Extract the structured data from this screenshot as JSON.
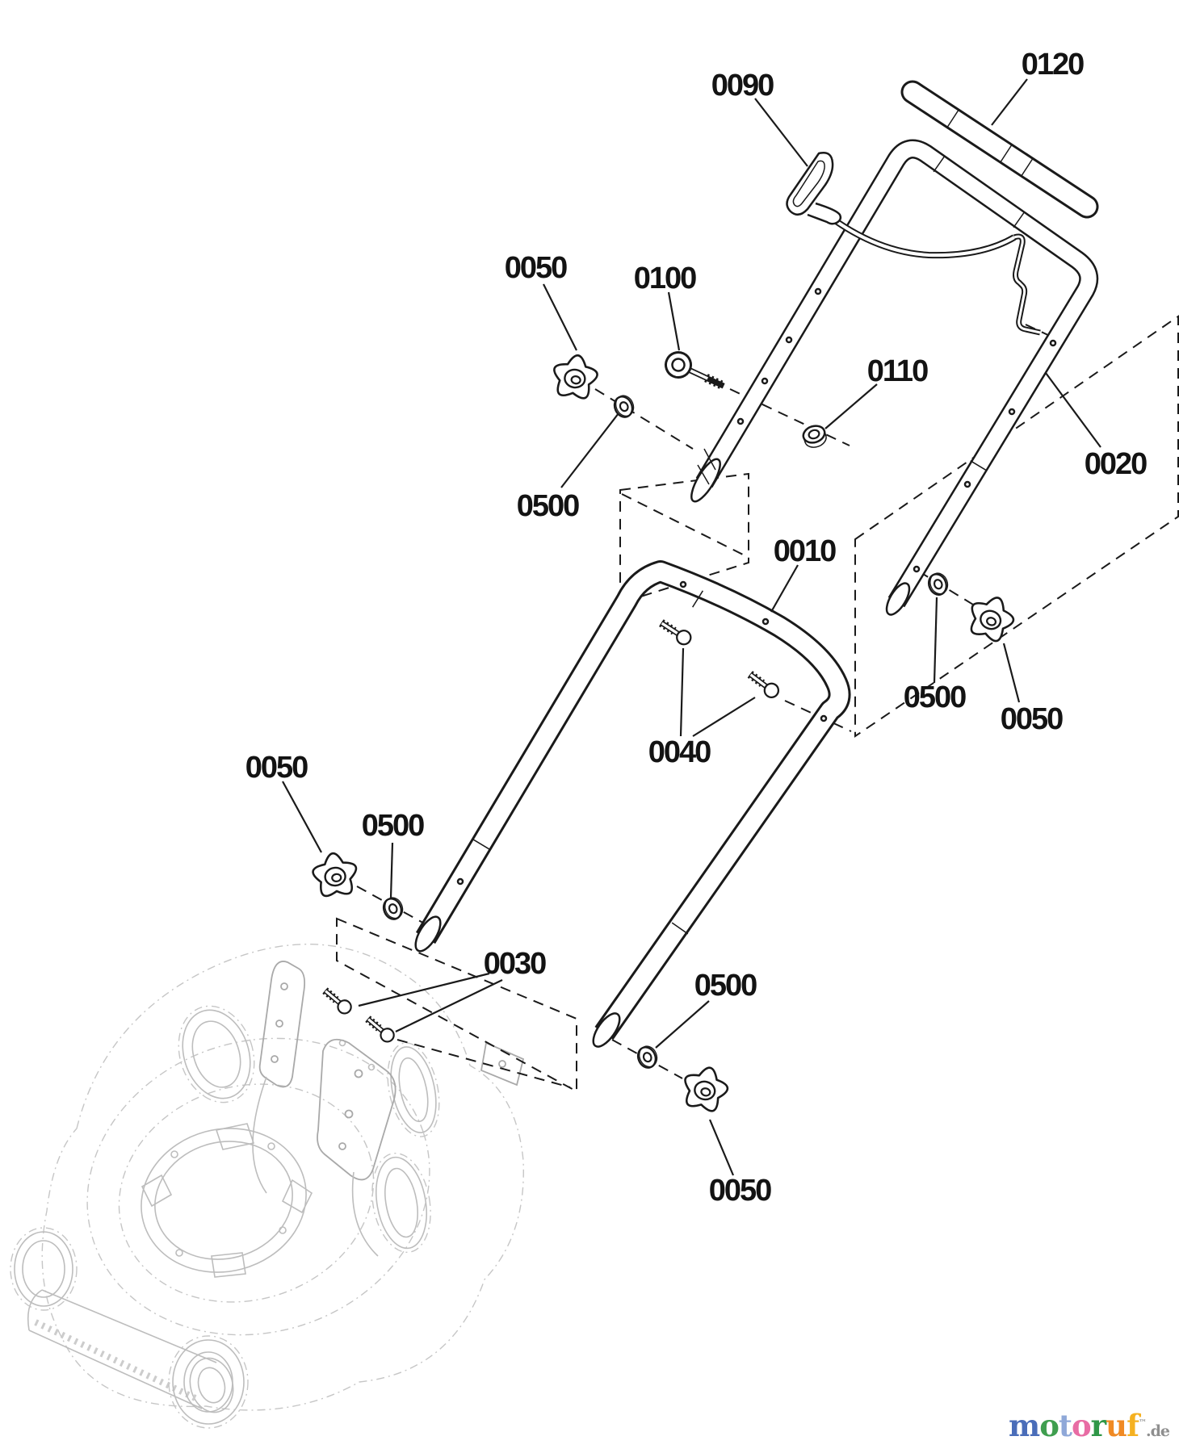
{
  "diagram": {
    "type": "exploded-parts-diagram",
    "background": "#ffffff",
    "line_color": "#1a1a1a",
    "ghost_color": "#bdbdbd",
    "part_labels": [
      {
        "text": "0090"
      },
      {
        "text": "0120"
      },
      {
        "text": "0050"
      },
      {
        "text": "0100"
      },
      {
        "text": "0110"
      },
      {
        "text": "0020"
      },
      {
        "text": "0500"
      },
      {
        "text": "0010"
      },
      {
        "text": "0500"
      },
      {
        "text": "0050"
      },
      {
        "text": "0050"
      },
      {
        "text": "0500"
      },
      {
        "text": "0040"
      },
      {
        "text": "0030"
      },
      {
        "text": "0500"
      },
      {
        "text": "0050"
      }
    ]
  },
  "watermark": {
    "word": "motoruf",
    "suffix": ".de",
    "trademark": "™",
    "suffix_color": "#8f8f8f",
    "letters": [
      {
        "ch": "m",
        "color": "#4a6db9"
      },
      {
        "ch": "o",
        "color": "#3f9e4f"
      },
      {
        "ch": "t",
        "color": "#8fa8d8"
      },
      {
        "ch": "o",
        "color": "#e86ca4"
      },
      {
        "ch": "r",
        "color": "#2f9747"
      },
      {
        "ch": "u",
        "color": "#f08a24"
      },
      {
        "ch": "f",
        "color": "#f5b121"
      }
    ]
  }
}
